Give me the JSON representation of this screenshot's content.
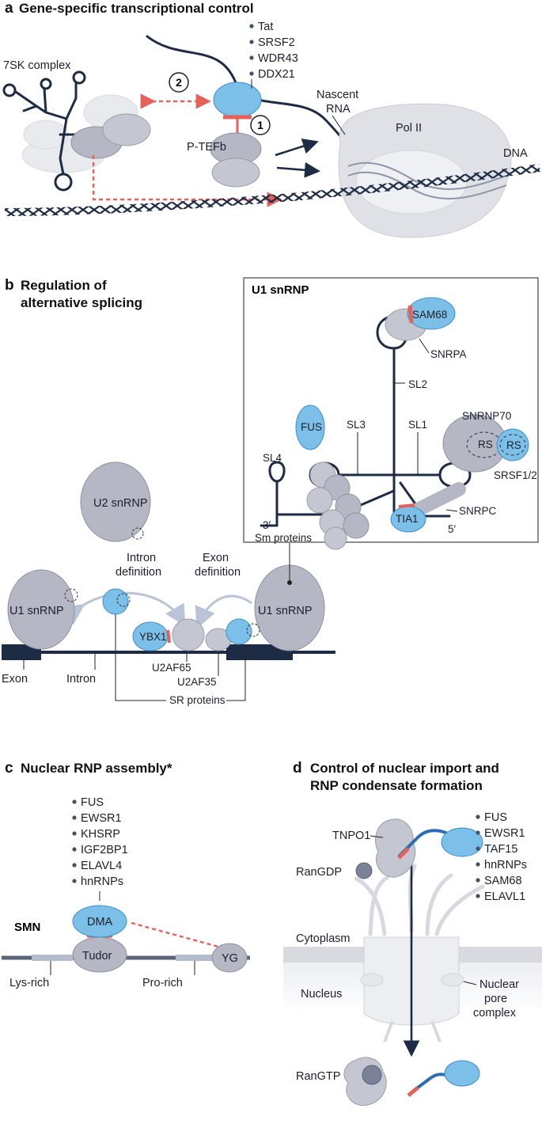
{
  "panel_a": {
    "letter": "a",
    "title": "Gene-specific transcriptional control",
    "complex_7sk": "7SK complex",
    "step1": "1",
    "step2": "2",
    "ptefb": "P-TEFb",
    "nascent_rna_line1": "Nascent",
    "nascent_rna_line2": "RNA",
    "pol2": "Pol II",
    "dna": "DNA",
    "factors": [
      "Tat",
      "SRSF2",
      "WDR43",
      "DDX21"
    ]
  },
  "panel_b": {
    "letter": "b",
    "title_line1": "Regulation of",
    "title_line2": "alternative splicing",
    "box_title": "U1 snRNP",
    "sam68": "SAM68",
    "snrpa": "SNRPA",
    "sl2": "SL2",
    "sl1": "SL1",
    "sl3": "SL3",
    "sl4": "SL4",
    "snrnp70": "SNRNP70",
    "fus": "FUS",
    "rs1": "RS",
    "rs2": "RS",
    "srsf12": "SRSF1/2",
    "snrpc": "SNRPC",
    "tia1": "TIA1",
    "three_prime": "3′",
    "five_prime": "5′",
    "sm_proteins": "Sm proteins",
    "u2_snrnp": "U2 snRNP",
    "intron_def_line1": "Intron",
    "intron_def_line2": "definition",
    "exon_def_line1": "Exon",
    "exon_def_line2": "definition",
    "u1_left": "U1 snRNP",
    "u1_right": "U1 snRNP",
    "ybx1": "YBX1",
    "u2af65": "U2AF65",
    "u2af35": "U2AF35",
    "sr_proteins": "SR proteins",
    "exon": "Exon",
    "intron": "Intron"
  },
  "panel_c": {
    "letter": "c",
    "title": "Nuclear RNP assembly*",
    "factors": [
      "FUS",
      "EWSR1",
      "KHSRP",
      "IGF2BP1",
      "ELAVL4",
      "hnRNPs"
    ],
    "smn": "SMN",
    "dma": "DMA",
    "tudor": "Tudor",
    "yg": "YG",
    "lys_rich": "Lys-rich",
    "pro_rich": "Pro-rich"
  },
  "panel_d": {
    "letter": "d",
    "title_line1": "Control of nuclear import and",
    "title_line2": "RNP condensate formation",
    "tnpo1": "TNPO1",
    "rangdp": "RanGDP",
    "factors": [
      "FUS",
      "EWSR1",
      "TAF15",
      "hnRNPs",
      "SAM68",
      "ELAVL1"
    ],
    "cytoplasm": "Cytoplasm",
    "nucleus": "Nucleus",
    "npc_line1": "Nuclear",
    "npc_line2": "pore",
    "npc_line3": "complex",
    "rangtp": "RanGTP"
  }
}
